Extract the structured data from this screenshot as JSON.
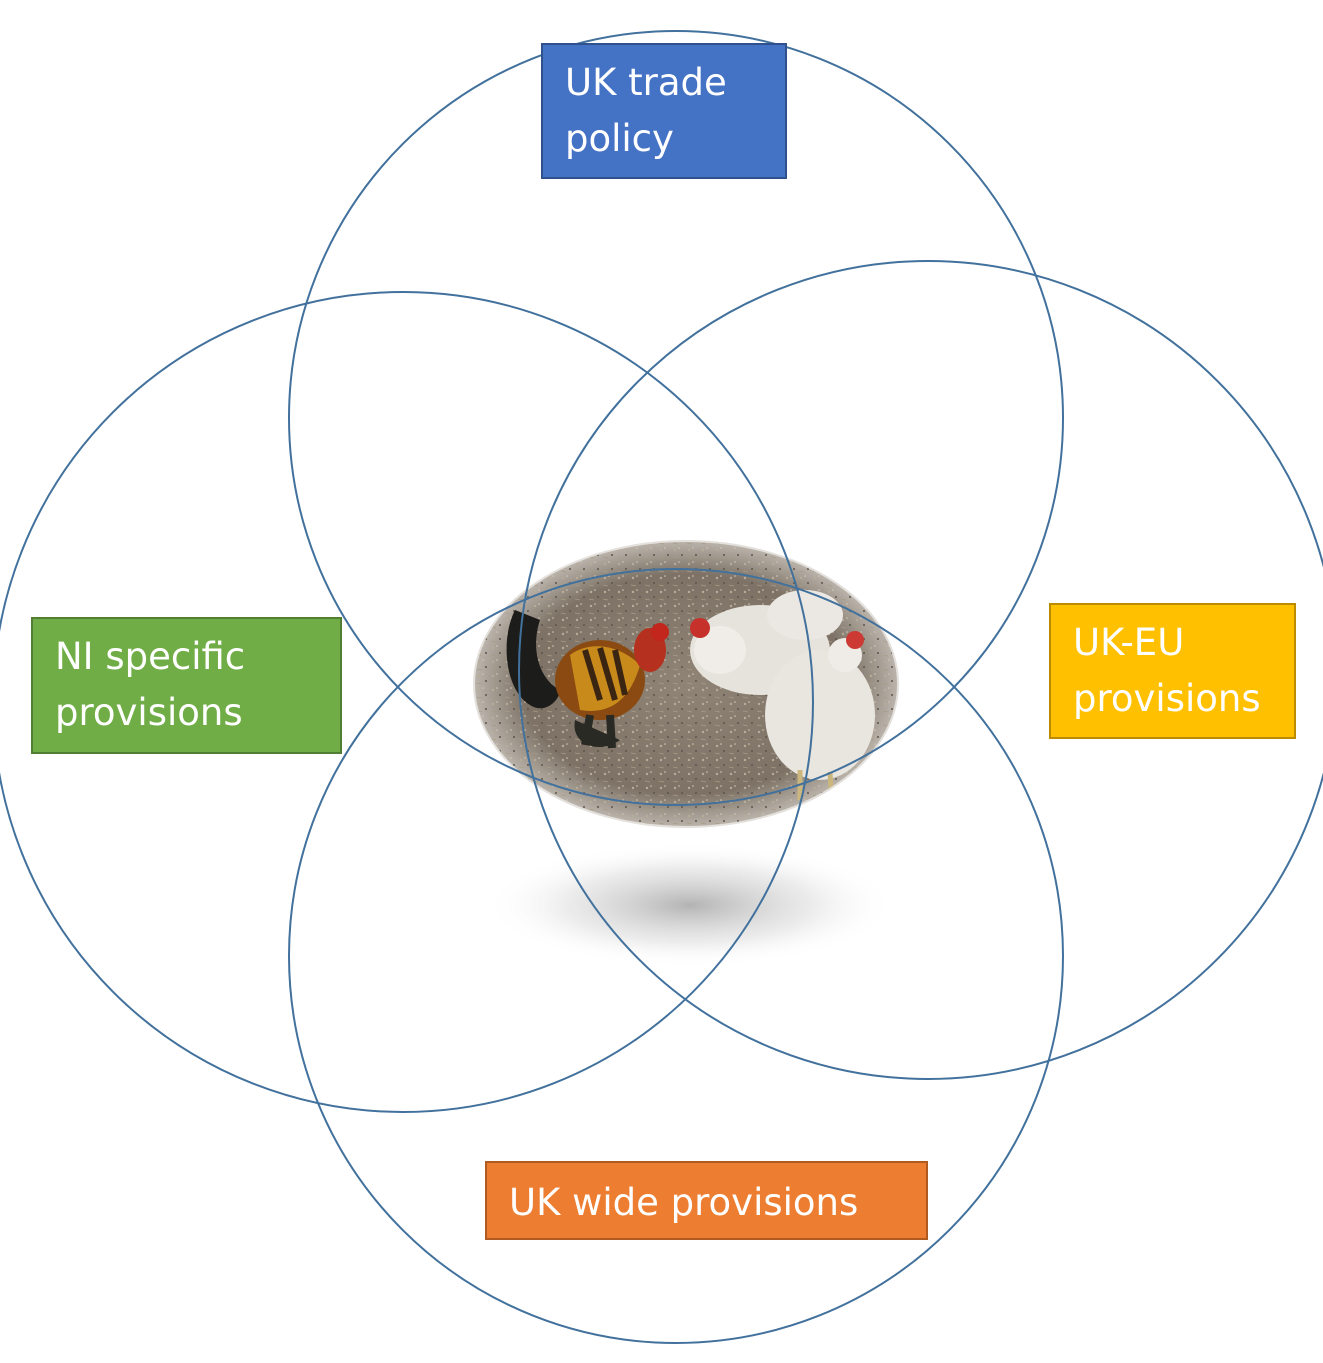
{
  "colors": {
    "circle_stroke": "#41719c",
    "trade_policy_fill": "#4472c4",
    "ni_fill": "#70ad47",
    "uk_eu_fill": "#ffc000",
    "uk_wide_fill": "#ed7d31"
  },
  "labels": {
    "uk_trade_policy": [
      "UK trade",
      "policy"
    ],
    "ni_specific": [
      "NI specific",
      "provisions"
    ],
    "uk_eu": [
      "UK-EU",
      "provisions"
    ],
    "uk_wide": [
      "UK wide provisions"
    ]
  },
  "center_image": {
    "icon": "chickens-photo"
  }
}
